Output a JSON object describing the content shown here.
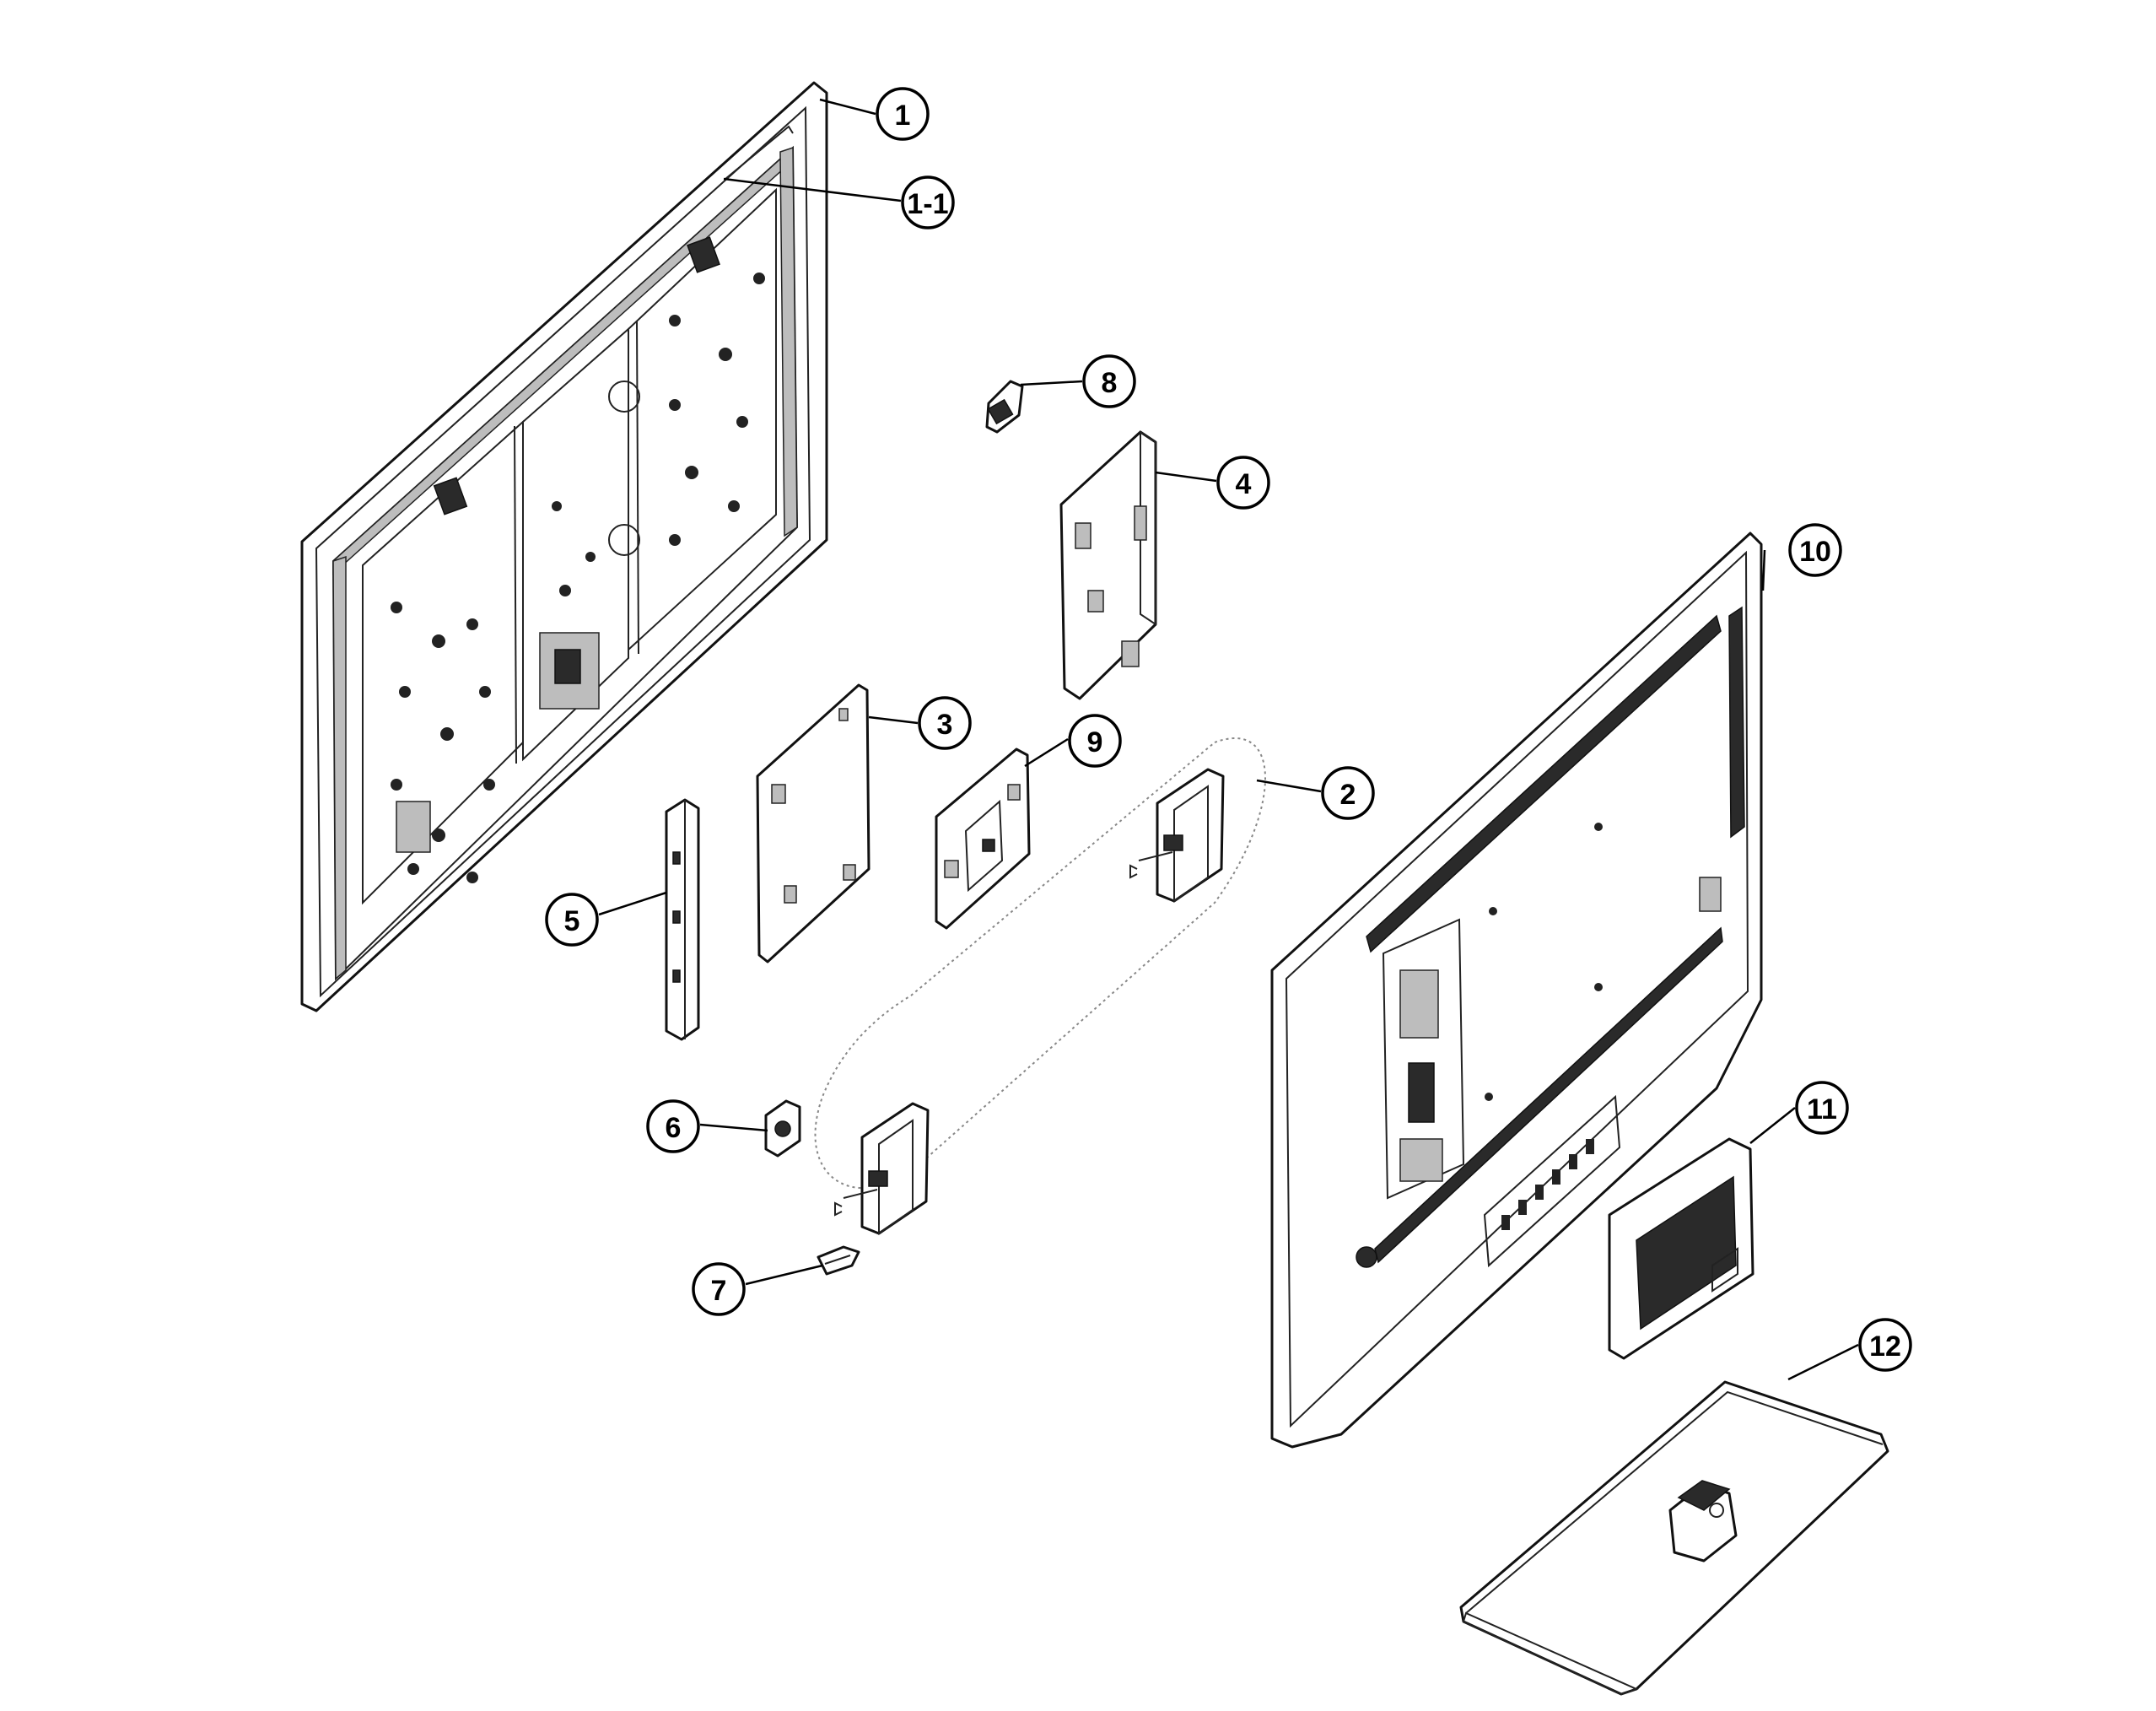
{
  "callouts": [
    {
      "id": "c1",
      "label": "1"
    },
    {
      "id": "c1-1",
      "label": "1-1"
    },
    {
      "id": "c2",
      "label": "2"
    },
    {
      "id": "c3",
      "label": "3"
    },
    {
      "id": "c4",
      "label": "4"
    },
    {
      "id": "c5",
      "label": "5"
    },
    {
      "id": "c6",
      "label": "6"
    },
    {
      "id": "c7",
      "label": "7"
    },
    {
      "id": "c8",
      "label": "8"
    },
    {
      "id": "c9",
      "label": "9"
    },
    {
      "id": "c10",
      "label": "10"
    },
    {
      "id": "c11",
      "label": "11"
    },
    {
      "id": "c12",
      "label": "12"
    }
  ],
  "colors": {
    "line": "#000000",
    "background": "#ffffff",
    "shade": "#2a2a2a"
  }
}
